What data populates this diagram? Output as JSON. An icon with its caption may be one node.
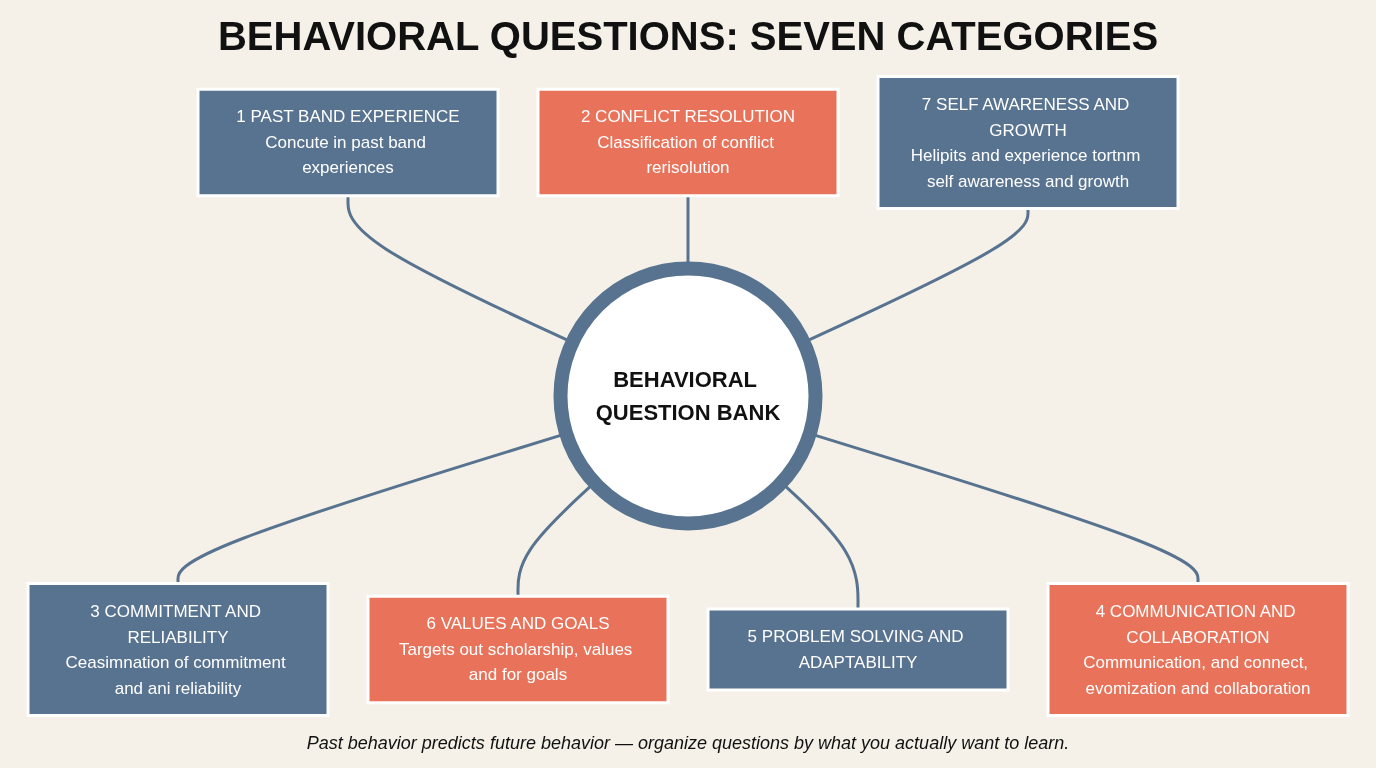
{
  "diagram": {
    "title": "BEHAVIORAL QUESTIONS: SEVEN CATEGORIES",
    "caption": "Past behavior predicts future behavior — organize questions by what you actually want to learn.",
    "nodes": [
      {
        "text": [
          "1 PAST BAND EXPERIENCE",
          "Concute in past band experiences"
        ]
      },
      {
        "text": [
          "2 CONFLICT RESOLUTION",
          "Classification of conflict rerisolution"
        ]
      },
      {
        "text": [
          "7 SELF AWARENESS AND GROWTH",
          "Helipits and experience tortnm self awareness and growth"
        ]
      },
      {
        "text": [
          "BEHAVIORAL QUESTION BANK"
        ]
      },
      {
        "text": [
          "3 COMMITMENT AND RELIABILITY",
          "Ceasimnation of commitment and ani reliability"
        ]
      },
      {
        "text": [
          "6 VALUES AND GOALS",
          "Targets out scholarship, values and for goals"
        ]
      },
      {
        "text": [
          "5 PROBLEM SOLVING AND ADAPTABILITY"
        ]
      },
      {
        "text": [
          "4 COMMUNICATION AND COLLABORATION",
          "Communication, and connect, evomization and collaboration"
        ]
      }
    ],
    "edges": [
      {
        "from": 0,
        "to": 3,
        "arrow": "none"
      },
      {
        "from": 1,
        "to": 3,
        "arrow": "none"
      },
      {
        "from": 2,
        "to": 3,
        "arrow": "none"
      },
      {
        "from": 3,
        "to": 4,
        "arrow": "none"
      },
      {
        "from": 3,
        "to": 5,
        "arrow": "none"
      },
      {
        "from": 3,
        "to": 6,
        "arrow": "none"
      },
      {
        "from": 3,
        "to": 7,
        "arrow": "none"
      }
    ]
  }
}
